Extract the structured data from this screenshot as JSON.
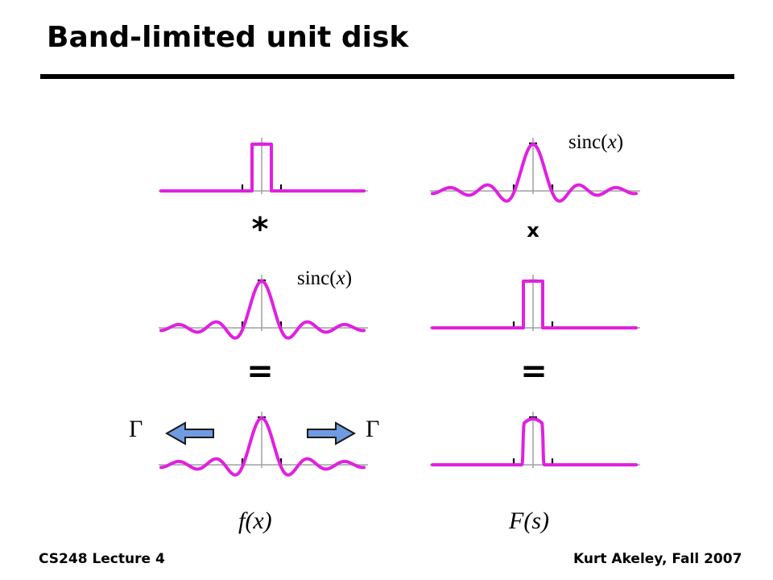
{
  "title": "Band-limited unit disk",
  "operators": {
    "convolve": "*",
    "multiply": "x",
    "equals_left": "=",
    "equals_right": "="
  },
  "labels": {
    "sinc_fn": "sinc",
    "sinc_open": "(",
    "sinc_var": "x",
    "sinc_close": ")"
  },
  "gamma": "Γ",
  "bottom_left": "f(x)",
  "bottom_right": "F(s)",
  "footer": {
    "left": "CS248 Lecture 4",
    "right": "Kurt Akeley, Fall 2007"
  },
  "colors": {
    "curve": "#e020e0",
    "axis": "#a0a0a0",
    "arrow_fill": "#6f9be0",
    "arrow_stroke": "#1a1a1a"
  }
}
